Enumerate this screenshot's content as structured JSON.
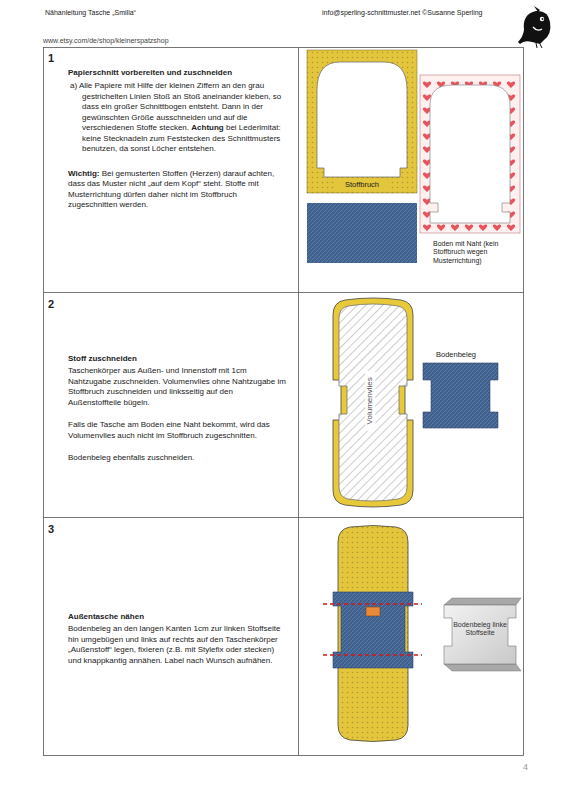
{
  "diagram": {
    "nodes": [
      {
        "text": [
          "1",
          "Papierschnitt vorbereiten und zuschneiden",
          "a) Alle Papiere mit Hilfe der kleinen Ziffern an den grau gestrichelten Linien Stoß an Stoß aneinander kleben, so dass ein großer Schnittbogen entsteht. Dann in der gewünschten Größe ausschneiden und auf die verschiedenen Stoffe stecken.",
          "Achtung",
          "bei Lederimitat: keine Stecknadeln zum Feststecken des Schnittmusters benutzen, da sonst Löcher entstehen.",
          "Wichtig:",
          "Bei gemusterten Stoffen (Herzen) darauf achten, dass das Muster nicht „auf dem Kopf“ steht. Stoffe mit Musterrichtung dürfen daher nicht im Stoffbruch zugeschnitten werden."
        ]
      },
      {
        "text": [
          "2",
          "Stoff zuschneiden",
          "Taschenkörper aus Außen- und Innenstoff mit 1cm Nahtzugabe zuschneiden. Volumenvlies ohne Nahtzugabe im Stoffbruch zuschneiden und linksseitig auf den Außenstoffteile bügeln.",
          "Falls die Tasche am Boden eine Naht bekommt, wird das Volumenvlies auch nicht im Stoffbruch zugeschnitten.",
          "Bodenbeleg ebenfalls zuschneiden."
        ]
      },
      {
        "text": [
          "3",
          "Außentasche nähen",
          "Bodenbeleg an den langen Kanten 1cm zur linken Stoffseite hin umgebügen und links auf rechts auf den Taschenkörper „Außenstoff“ legen, fixieren (z.B. mit Stylefix oder stecken) und knappkantig annähen. Label nach Wunsch aufnähen."
        ]
      }
    ],
    "labels": [
      "Nähanleitung Tasche „Smilla“",
      "info@sperling-schnittmuster.net ©Susanne Sperling",
      "www.etsy.com/de/shop/kleinerspatzshop",
      "Stoffbruch",
      "Boden mit Naht (kein Stoffbruch wegen Musterrichtung)",
      "Volumenvlies",
      "Bodenbeleg",
      "Bodenbeleg linke Stoffseite",
      "4"
    ]
  }
}
